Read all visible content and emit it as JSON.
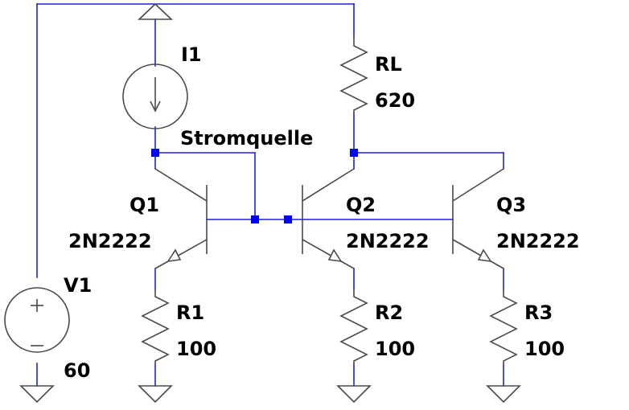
{
  "components": {
    "I1": {
      "name": "I1"
    },
    "RL": {
      "name": "RL",
      "value": "620"
    },
    "Q1": {
      "name": "Q1",
      "model": "2N2222"
    },
    "Q2": {
      "name": "Q2",
      "model": "2N2222"
    },
    "Q3": {
      "name": "Q3",
      "model": "2N2222"
    },
    "V1": {
      "name": "V1",
      "value": "60"
    },
    "R1": {
      "name": "R1",
      "value": "100"
    },
    "R2": {
      "name": "R2",
      "value": "100"
    },
    "R3": {
      "name": "R3",
      "value": "100"
    }
  },
  "net_labels": {
    "stromquelle": "Stromquelle"
  },
  "colors": {
    "wire": "#1f1fd6",
    "component": "#4a4a4a",
    "junction": "#0000ff"
  }
}
